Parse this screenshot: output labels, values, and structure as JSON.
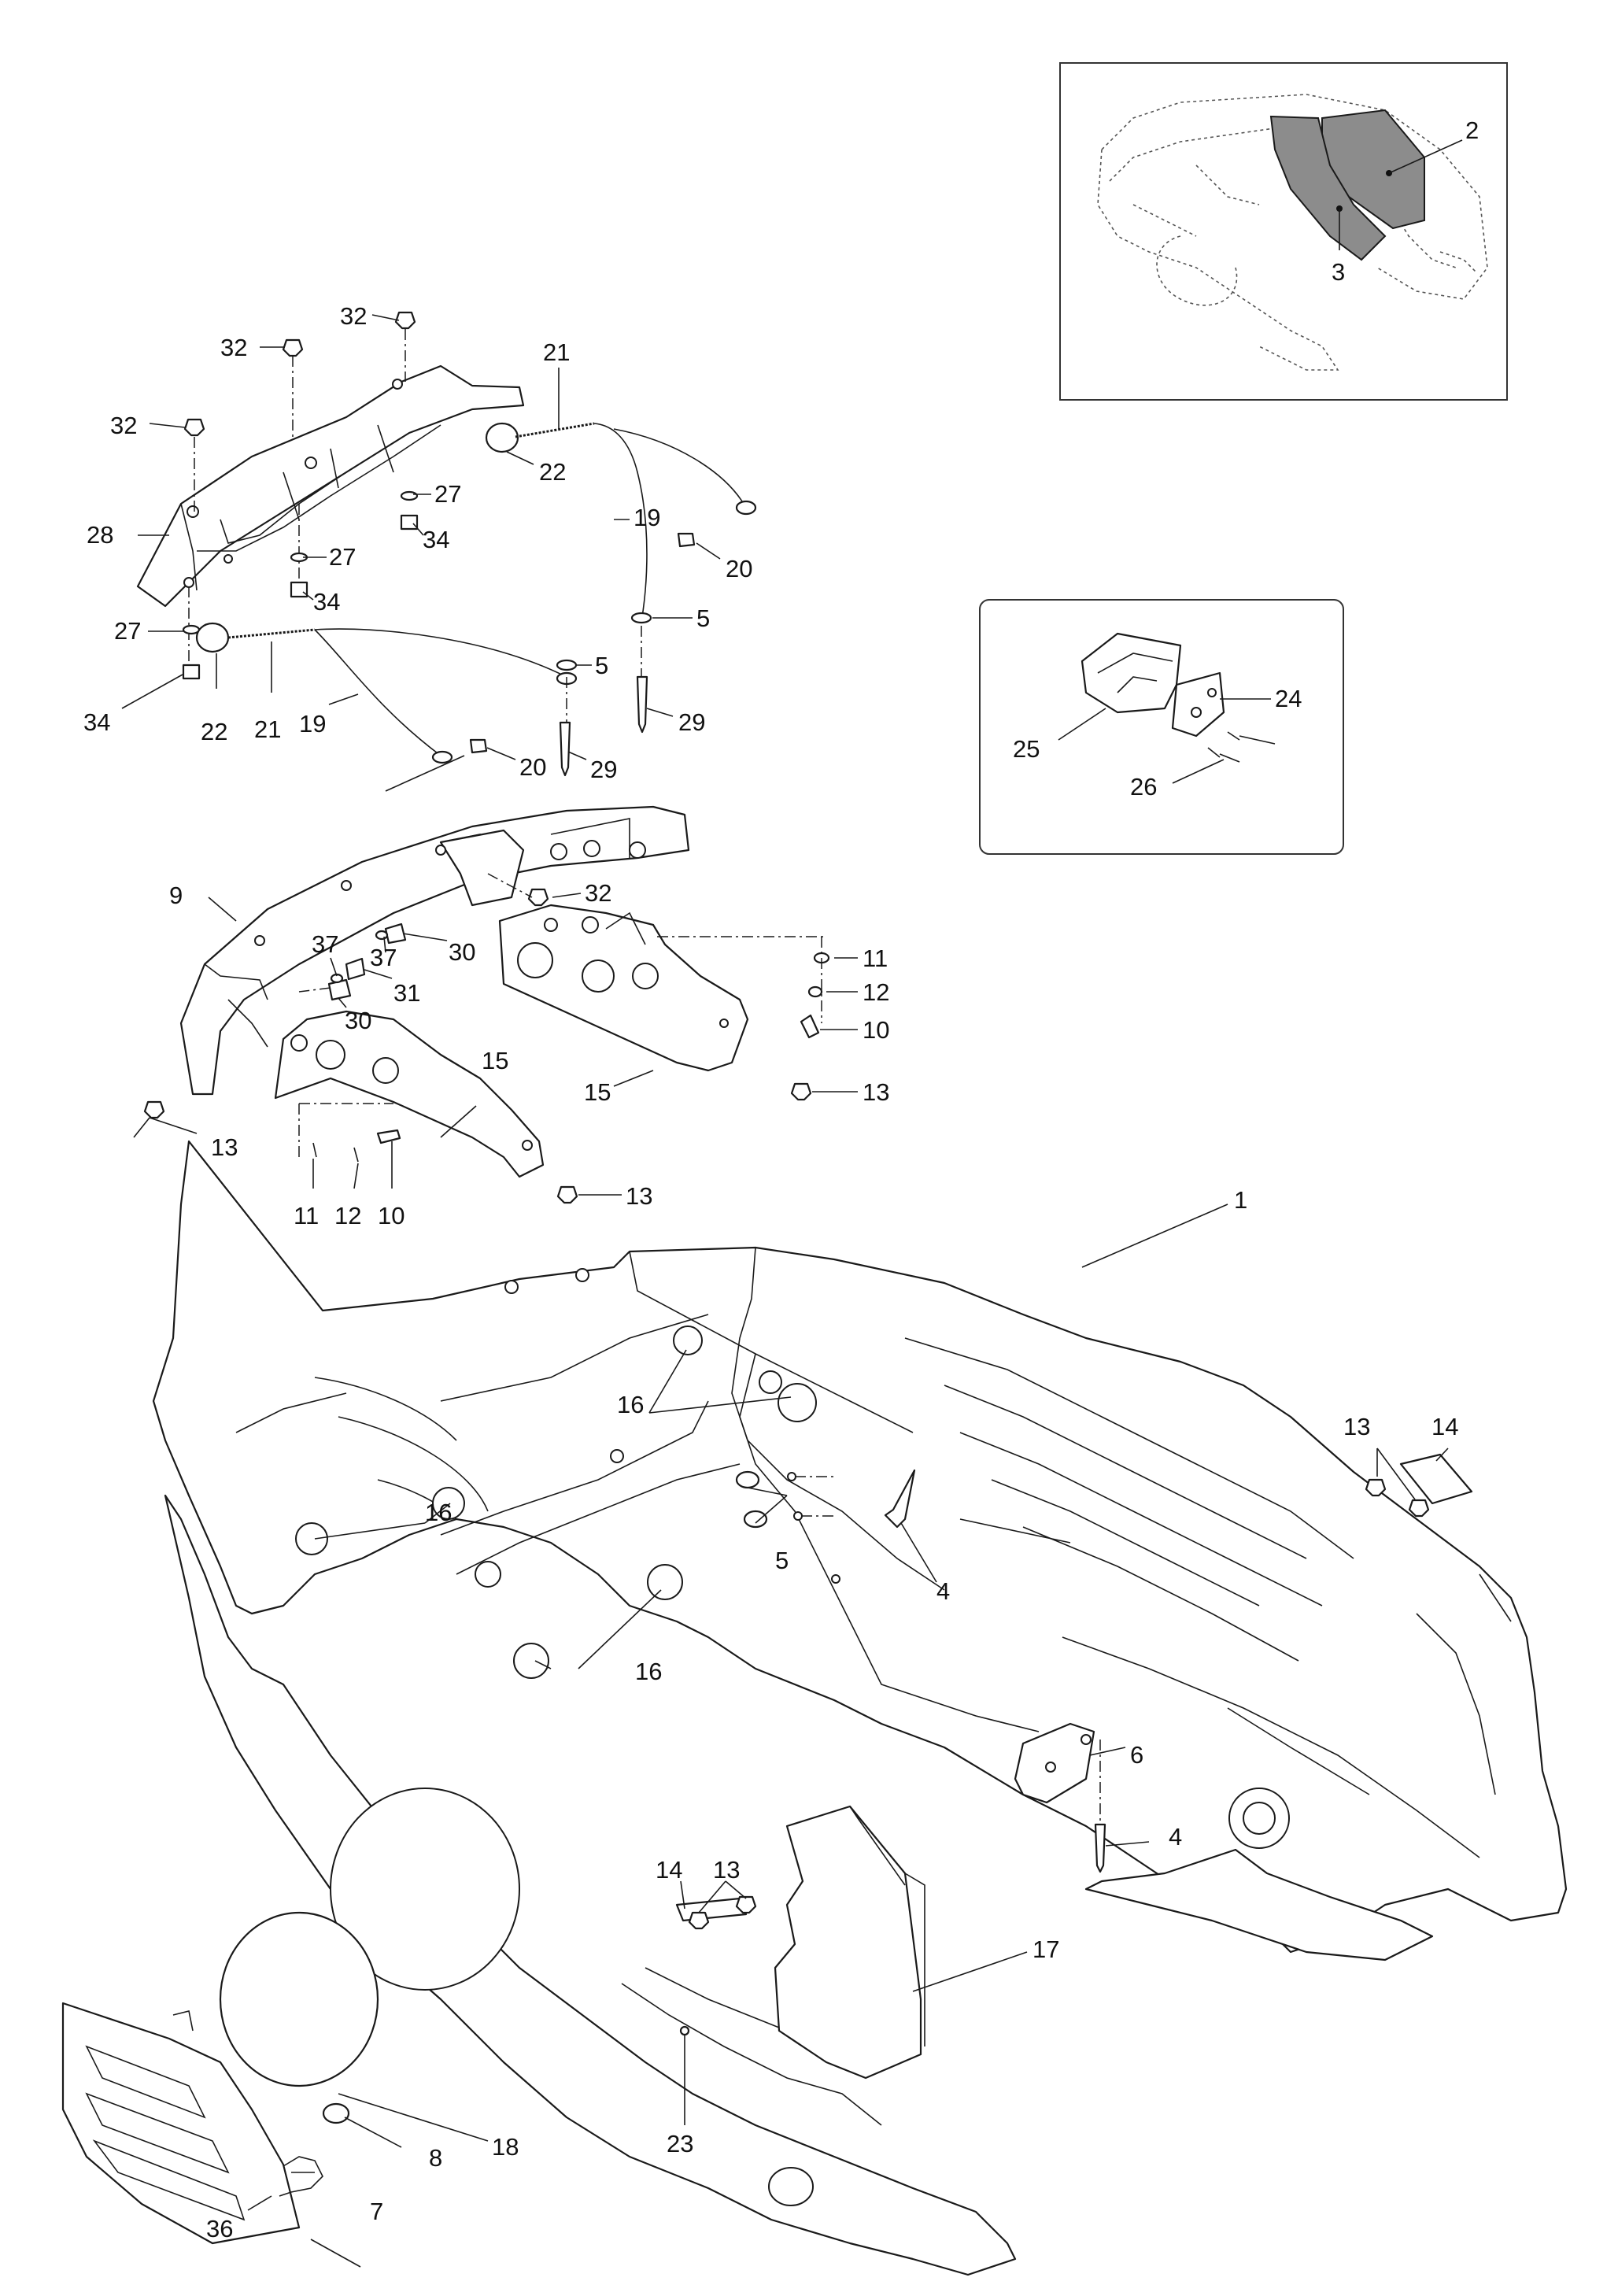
{
  "callouts": {
    "c1": "1",
    "c2": "2",
    "c3": "3",
    "c4a": "4",
    "c4b": "4",
    "c5a": "5",
    "c5b": "5",
    "c5c": "5",
    "c6": "6",
    "c7": "7",
    "c8": "8",
    "c9": "9",
    "c10a": "10",
    "c10b": "10",
    "c11a": "11",
    "c11b": "11",
    "c12a": "12",
    "c12b": "12",
    "c13a": "13",
    "c13b": "13",
    "c13c": "13",
    "c13d": "13",
    "c13e": "13",
    "c14a": "14",
    "c14b": "14",
    "c15a": "15",
    "c15b": "15",
    "c16a": "16",
    "c16b": "16",
    "c16c": "16",
    "c17": "17",
    "c18": "18",
    "c19a": "19",
    "c19b": "19",
    "c20a": "20",
    "c20b": "20",
    "c21a": "21",
    "c21b": "21",
    "c22a": "22",
    "c22b": "22",
    "c23": "23",
    "c24": "24",
    "c25": "25",
    "c26": "26",
    "c27a": "27",
    "c27b": "27",
    "c27c": "27",
    "c28": "28",
    "c29a": "29",
    "c29b": "29",
    "c30a": "30",
    "c30b": "30",
    "c31": "31",
    "c32a": "32",
    "c32b": "32",
    "c32c": "32",
    "c32d": "32",
    "c34a": "34",
    "c34b": "34",
    "c34c": "34",
    "c36": "36",
    "c37a": "37",
    "c37b": "37"
  },
  "colors": {
    "line": "#1a1a1a",
    "shaded_panel": "#8c8c8c",
    "background": "#ffffff"
  }
}
